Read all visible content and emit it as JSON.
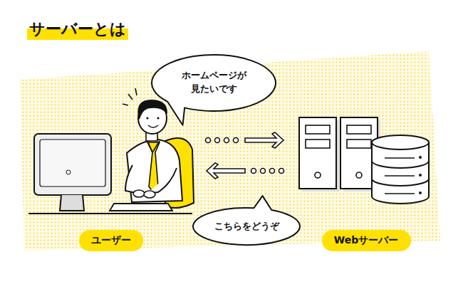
{
  "diagram": {
    "title": "サーバーとは",
    "nodes": [
      {
        "text": [
          "ホームページが 見たいです"
        ]
      },
      {
        "text": [
          "こちらをどうぞ"
        ]
      },
      {
        "text": [
          "ユーザー"
        ]
      },
      {
        "text": [
          "Webサーバー"
        ]
      }
    ]
  }
}
